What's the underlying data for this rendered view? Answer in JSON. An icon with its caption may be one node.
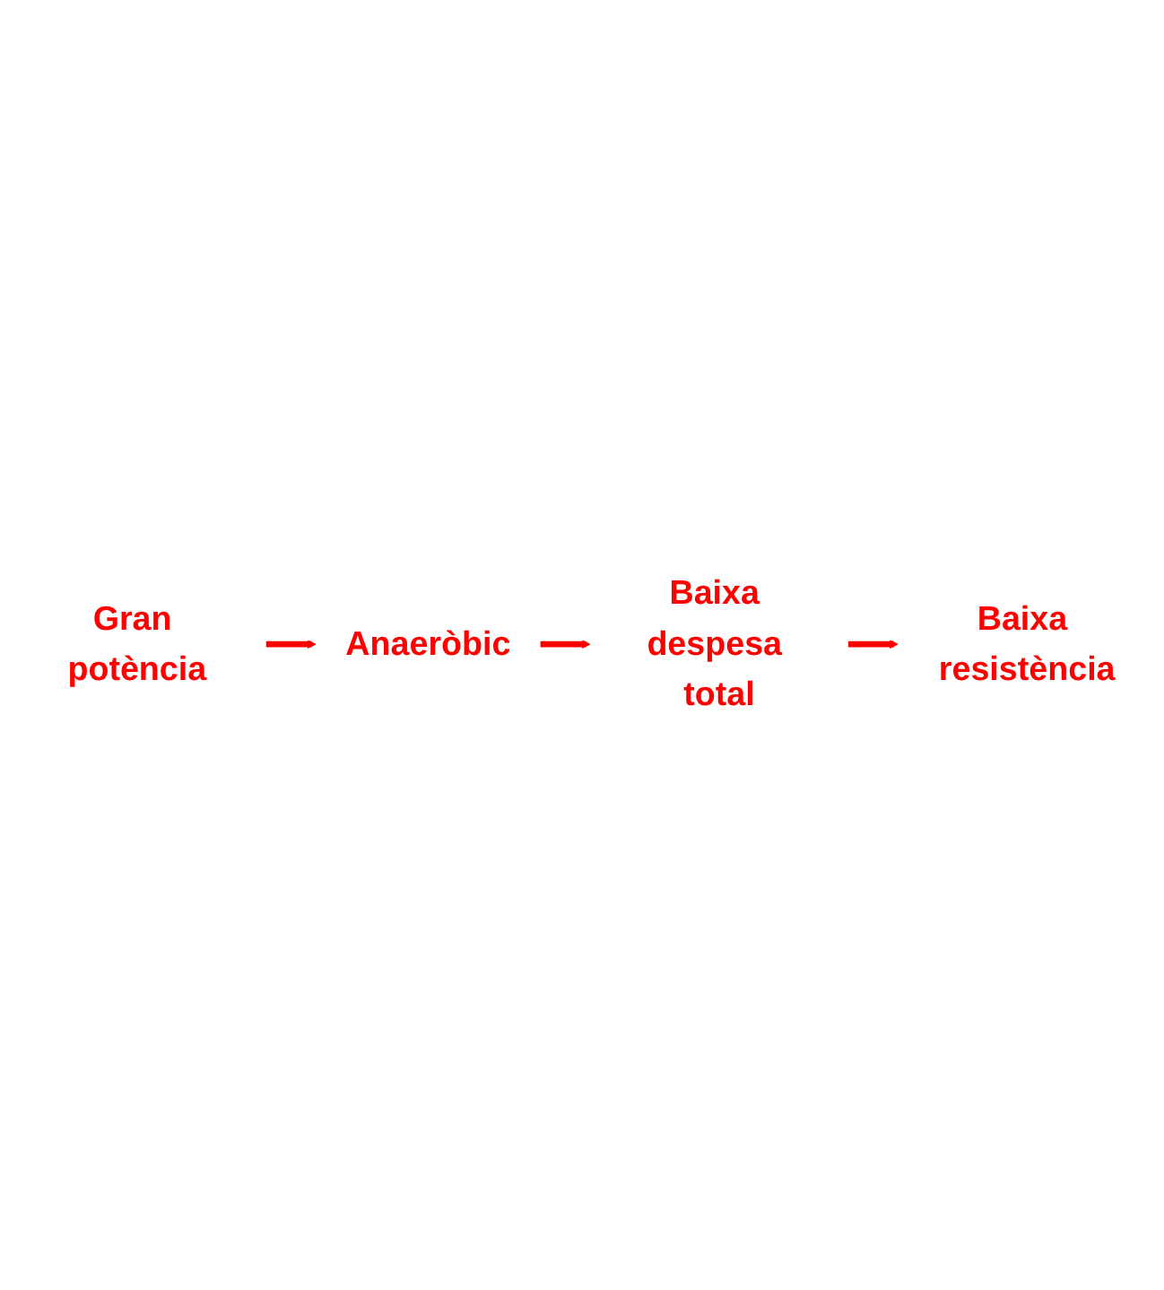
{
  "diagram": {
    "nodes": [
      {
        "text": [
          "Gran potència"
        ]
      },
      {
        "text": [
          "Anaeròbic"
        ]
      },
      {
        "text": [
          "Baixa despesa total"
        ]
      },
      {
        "text": [
          "Baixa resistència"
        ]
      }
    ],
    "edges": [
      {
        "from": 0,
        "to": 1,
        "arrow": "to"
      },
      {
        "from": 1,
        "to": 2,
        "arrow": "to"
      },
      {
        "from": 2,
        "to": 3,
        "arrow": "to"
      }
    ]
  }
}
